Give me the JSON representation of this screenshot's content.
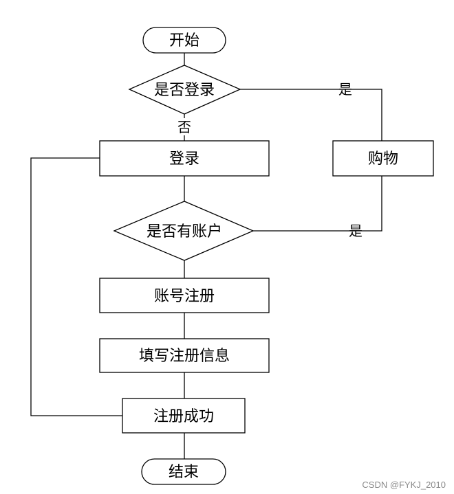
{
  "nodes": {
    "start": "开始",
    "check_login": "是否登录",
    "login": "登录",
    "shopping": "购物",
    "check_account": "是否有账户",
    "register_account": "账号注册",
    "fill_info": "填写注册信息",
    "register_success": "注册成功",
    "end": "结束"
  },
  "edge_labels": {
    "login_yes": "是",
    "login_no": "否",
    "account_yes": "是"
  },
  "watermark": "CSDN @FYKJ_2010"
}
